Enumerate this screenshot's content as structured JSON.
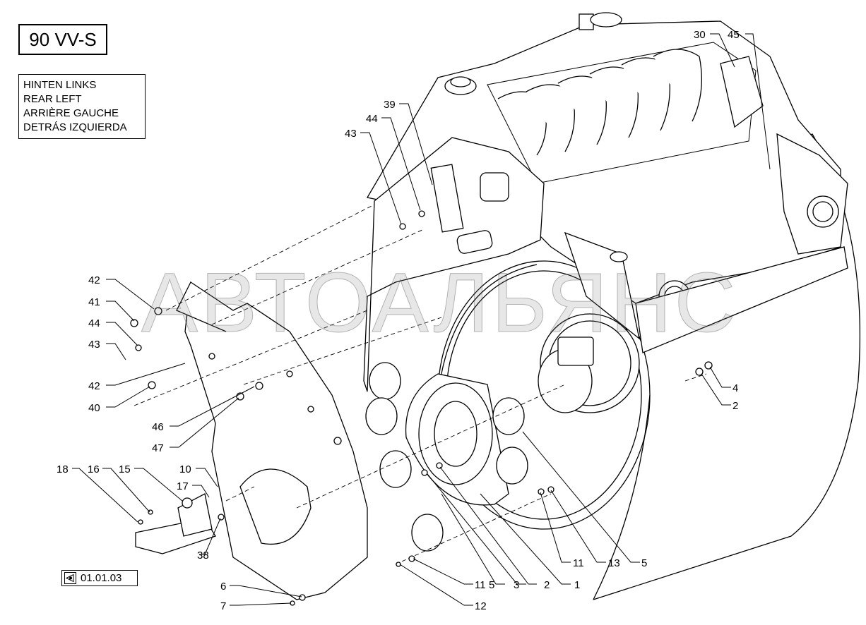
{
  "model": "90 VV-S",
  "position_labels": [
    "HINTEN LINKS",
    "REAR LEFT",
    "ARRIÈRE GAUCHE",
    "DETRÁS IZQUIERDA"
  ],
  "reference": "01.01.03",
  "watermark": "АВТОАЛЬЯНС",
  "callouts": [
    "30",
    "45",
    "39",
    "44",
    "43",
    "42",
    "41",
    "44",
    "43",
    "42",
    "40",
    "46",
    "47",
    "10",
    "18",
    "16",
    "15",
    "17",
    "38",
    "4",
    "2",
    "6",
    "7",
    "11",
    "5",
    "3",
    "2",
    "1",
    "12",
    "11",
    "13",
    "5"
  ],
  "icons": {
    "reference": "arrow-left-triangle-icon"
  }
}
